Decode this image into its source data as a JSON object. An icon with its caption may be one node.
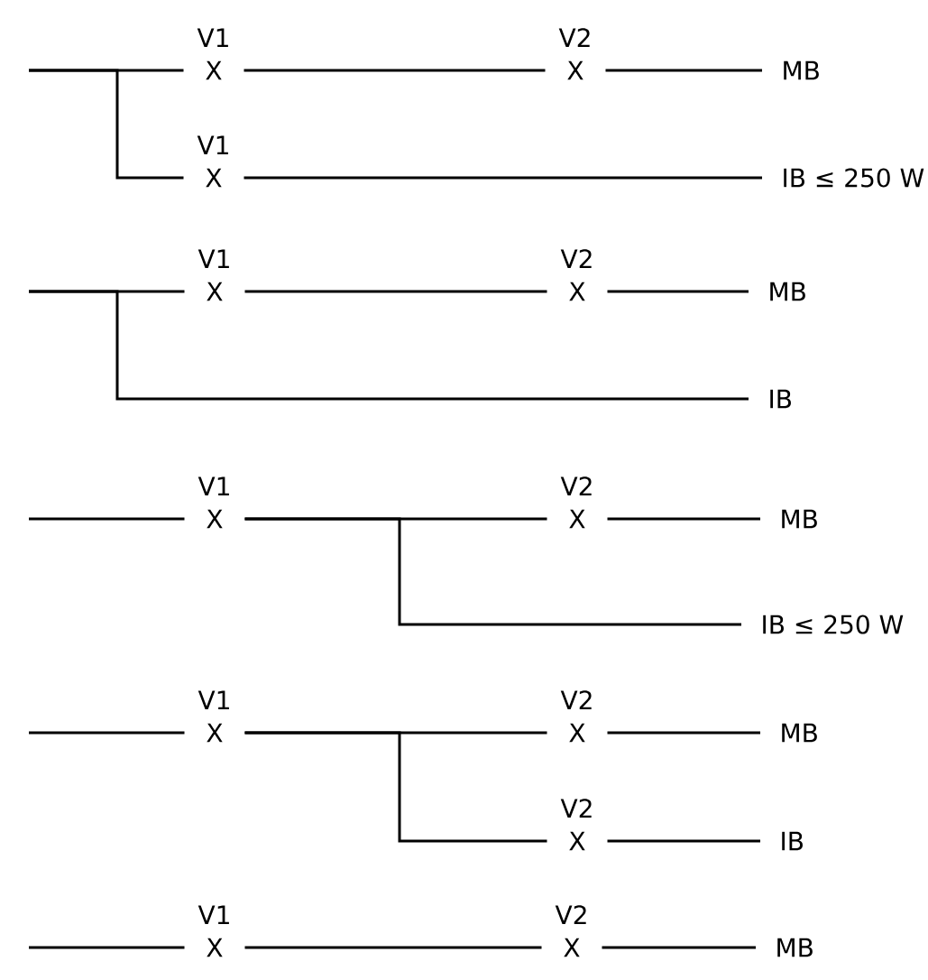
{
  "diagram": {
    "nodes": [
      {
        "text": [
          "X"
        ],
        "beside": [
          "V1"
        ]
      },
      {
        "text": [
          "X"
        ],
        "beside": [
          "V2"
        ]
      },
      {
        "text": [
          "MB"
        ]
      },
      {
        "text": [
          "X"
        ],
        "beside": [
          "V1"
        ]
      },
      {
        "text": [
          "IB ≤ 250 W"
        ]
      },
      {
        "text": [
          "X"
        ],
        "beside": [
          "V1"
        ]
      },
      {
        "text": [
          "X"
        ],
        "beside": [
          "V2"
        ]
      },
      {
        "text": [
          "MB"
        ]
      },
      {
        "text": [
          "IB"
        ]
      },
      {
        "text": [
          "X"
        ],
        "beside": [
          "V1"
        ]
      },
      {
        "text": [
          "X"
        ],
        "beside": [
          "V2"
        ]
      },
      {
        "text": [
          "MB"
        ]
      },
      {
        "text": [
          "IB ≤ 250 W"
        ]
      },
      {
        "text": [
          "X"
        ],
        "beside": [
          "V1"
        ]
      },
      {
        "text": [
          "X"
        ],
        "beside": [
          "V2"
        ]
      },
      {
        "text": [
          "MB"
        ]
      },
      {
        "text": [
          "X"
        ],
        "beside": [
          "V2"
        ]
      },
      {
        "text": [
          "IB"
        ]
      },
      {
        "text": [
          "X"
        ],
        "beside": [
          "V1"
        ]
      },
      {
        "text": [
          "X"
        ],
        "beside": [
          "V2"
        ]
      },
      {
        "text": [
          "MB"
        ]
      }
    ],
    "edges": [
      {
        "from": null,
        "to": 0,
        "arrow": "none"
      },
      {
        "from": null,
        "to": 3,
        "arrow": "none"
      },
      {
        "from": 0,
        "to": 1,
        "arrow": "none"
      },
      {
        "from": 1,
        "to": 2,
        "arrow": "none"
      },
      {
        "from": 3,
        "to": 4,
        "arrow": "none"
      },
      {
        "from": null,
        "to": 5,
        "arrow": "none"
      },
      {
        "from": null,
        "to": 8,
        "arrow": "none"
      },
      {
        "from": 5,
        "to": 6,
        "arrow": "none"
      },
      {
        "from": 6,
        "to": 7,
        "arrow": "none"
      },
      {
        "from": null,
        "to": 9,
        "arrow": "none"
      },
      {
        "from": 9,
        "to": 10,
        "arrow": "none"
      },
      {
        "from": 9,
        "to": 12,
        "arrow": "none"
      },
      {
        "from": 10,
        "to": 11,
        "arrow": "none"
      },
      {
        "from": null,
        "to": 13,
        "arrow": "none"
      },
      {
        "from": 13,
        "to": 14,
        "arrow": "none"
      },
      {
        "from": 13,
        "to": 16,
        "arrow": "none"
      },
      {
        "from": 14,
        "to": 15,
        "arrow": "none"
      },
      {
        "from": 16,
        "to": 17,
        "arrow": "none"
      },
      {
        "from": null,
        "to": 18,
        "arrow": "none"
      },
      {
        "from": 18,
        "to": 19,
        "arrow": "none"
      },
      {
        "from": 19,
        "to": 20,
        "arrow": "none"
      }
    ]
  }
}
